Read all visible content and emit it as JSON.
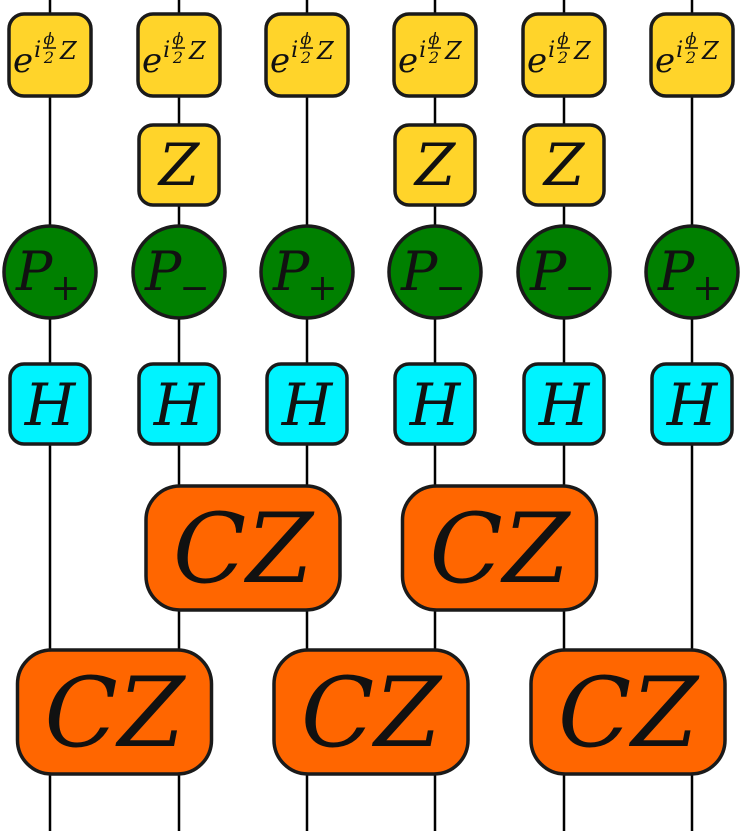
{
  "colors": {
    "phase_gate": "#FFD42A",
    "z_gate": "#FFD42A",
    "projector": "#008000",
    "hadamard": "#00F3FF",
    "cz_gate": "#FF6600",
    "outline": "#1a1a1a",
    "wire": "#000000"
  },
  "wires": 6,
  "gates": {
    "phase": {
      "base": "e",
      "sup_prefix": "i",
      "frac_num": "ϕ",
      "frac_den": "2",
      "sup_suffix": "Z",
      "wires": [
        0,
        1,
        2,
        3,
        4,
        5
      ]
    },
    "z": {
      "label": "Z",
      "wires": [
        1,
        3,
        4
      ]
    },
    "projectors": [
      {
        "base": "P",
        "sub": "+"
      },
      {
        "base": "P",
        "sub": "−"
      },
      {
        "base": "P",
        "sub": "+"
      },
      {
        "base": "P",
        "sub": "−"
      },
      {
        "base": "P",
        "sub": "−"
      },
      {
        "base": "P",
        "sub": "+"
      }
    ],
    "hadamard": {
      "label": "H",
      "wires": [
        0,
        1,
        2,
        3,
        4,
        5
      ]
    },
    "cz_upper": {
      "label": "CZ",
      "pairs": [
        [
          1,
          2
        ],
        [
          3,
          4
        ]
      ]
    },
    "cz_lower": {
      "label": "CZ",
      "pairs": [
        [
          0,
          1
        ],
        [
          2,
          3
        ],
        [
          4,
          5
        ]
      ]
    }
  }
}
